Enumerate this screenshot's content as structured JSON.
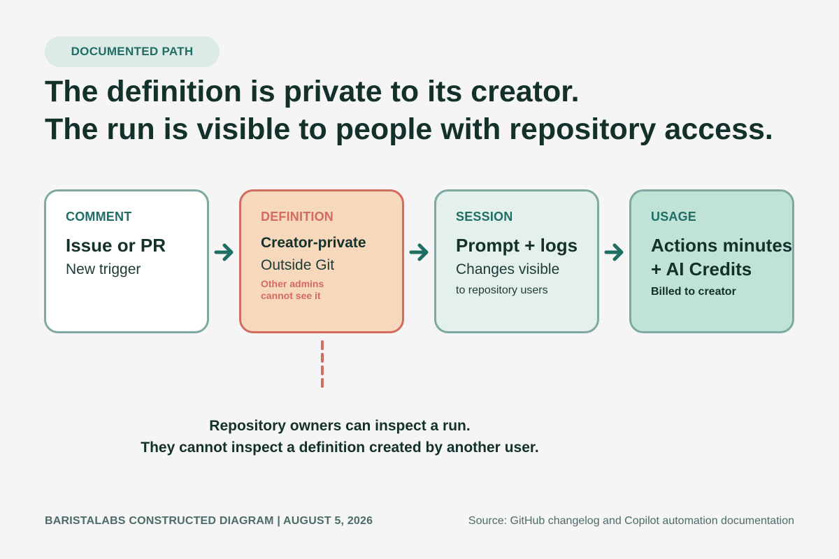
{
  "badge": "DOCUMENTED PATH",
  "headline": {
    "line1": "The definition is private to its creator.",
    "line2": "The run is visible to people with repository access."
  },
  "cards": [
    {
      "category": "COMMENT",
      "title": "Issue or PR",
      "subtitle": "New trigger"
    },
    {
      "category": "DEFINITION",
      "title": "Creator-private",
      "subtitle": "Outside Git",
      "note_line1": "Other admins",
      "note_line2": "cannot see it"
    },
    {
      "category": "SESSION",
      "title": "Prompt + logs",
      "subtitle": "Changes visible",
      "note": "to repository users"
    },
    {
      "category": "USAGE",
      "title_line1": "Actions minutes",
      "title_line2": "+ AI Credits",
      "note": "Billed to creator"
    }
  ],
  "caption": {
    "line1": "Repository owners can inspect a run.",
    "line2": "They cannot inspect a definition created by another user."
  },
  "footer": {
    "credit": "BARISTALABS CONSTRUCTED DIAGRAM | AUGUST 5, 2026",
    "source": "Source: GitHub changelog and Copilot automation documentation"
  },
  "colors": {
    "background": "#f4f5f4",
    "accent_teal": "#1f6e63",
    "definition_accent": "#d36b5e",
    "definition_fill": "#f6d8bc",
    "session_fill": "#e3f0ec",
    "usage_fill": "#c0e3d7",
    "card_border": "#7fa8a2"
  },
  "icons": {
    "flow_arrow": "arrow-right-icon",
    "private_link": "dashed-connector"
  }
}
